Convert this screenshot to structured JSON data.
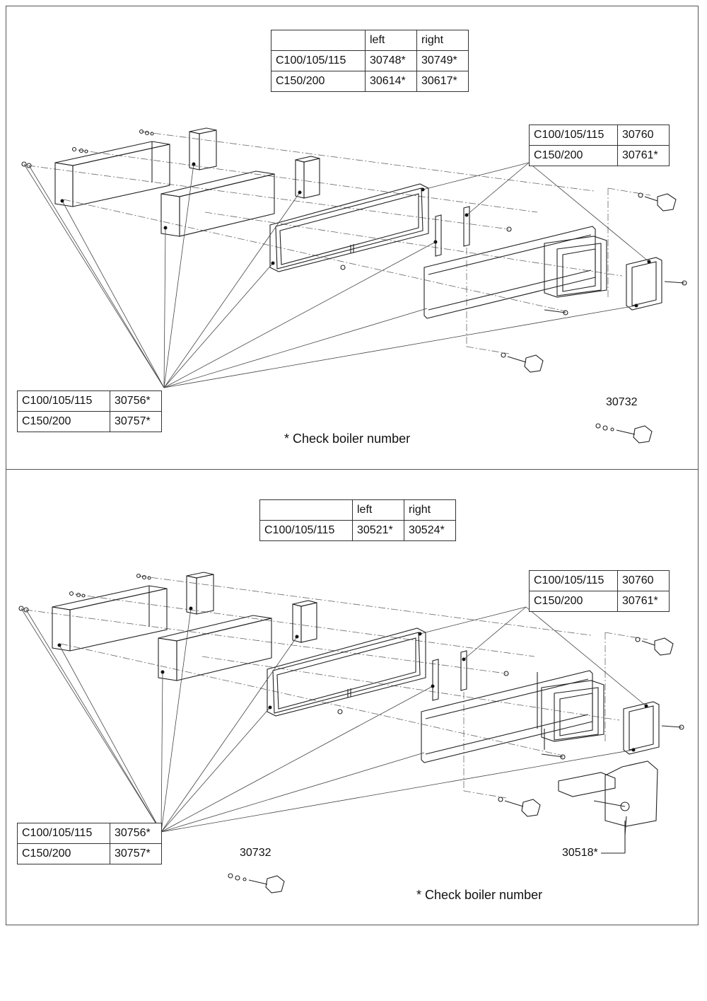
{
  "top": {
    "side_table": {
      "header": [
        "",
        "left",
        "right"
      ],
      "rows": [
        [
          "C100/105/115",
          "30748*",
          "30749*"
        ],
        [
          "C150/200",
          "30614*",
          "30617*"
        ]
      ]
    },
    "door_table": {
      "rows": [
        [
          "C100/105/115",
          "30760"
        ],
        [
          "C150/200",
          "30761*"
        ]
      ]
    },
    "liner_table": {
      "rows": [
        [
          "C100/105/115",
          "30756*"
        ],
        [
          "C150/200",
          "30757*"
        ]
      ]
    },
    "knob_label": "30732",
    "note": "*  Check boiler number"
  },
  "bottom": {
    "side_table": {
      "header": [
        "",
        "left",
        "right"
      ],
      "rows": [
        [
          "C100/105/115",
          "30521*",
          "30524*"
        ]
      ]
    },
    "door_table": {
      "rows": [
        [
          "C100/105/115",
          "30760"
        ],
        [
          "C150/200",
          "30761*"
        ]
      ]
    },
    "liner_table": {
      "rows": [
        [
          "C100/105/115",
          "30756*"
        ],
        [
          "C150/200",
          "30757*"
        ]
      ]
    },
    "knob_label": "30732",
    "hinge_label": "30518*",
    "note": "*  Check boiler number"
  }
}
